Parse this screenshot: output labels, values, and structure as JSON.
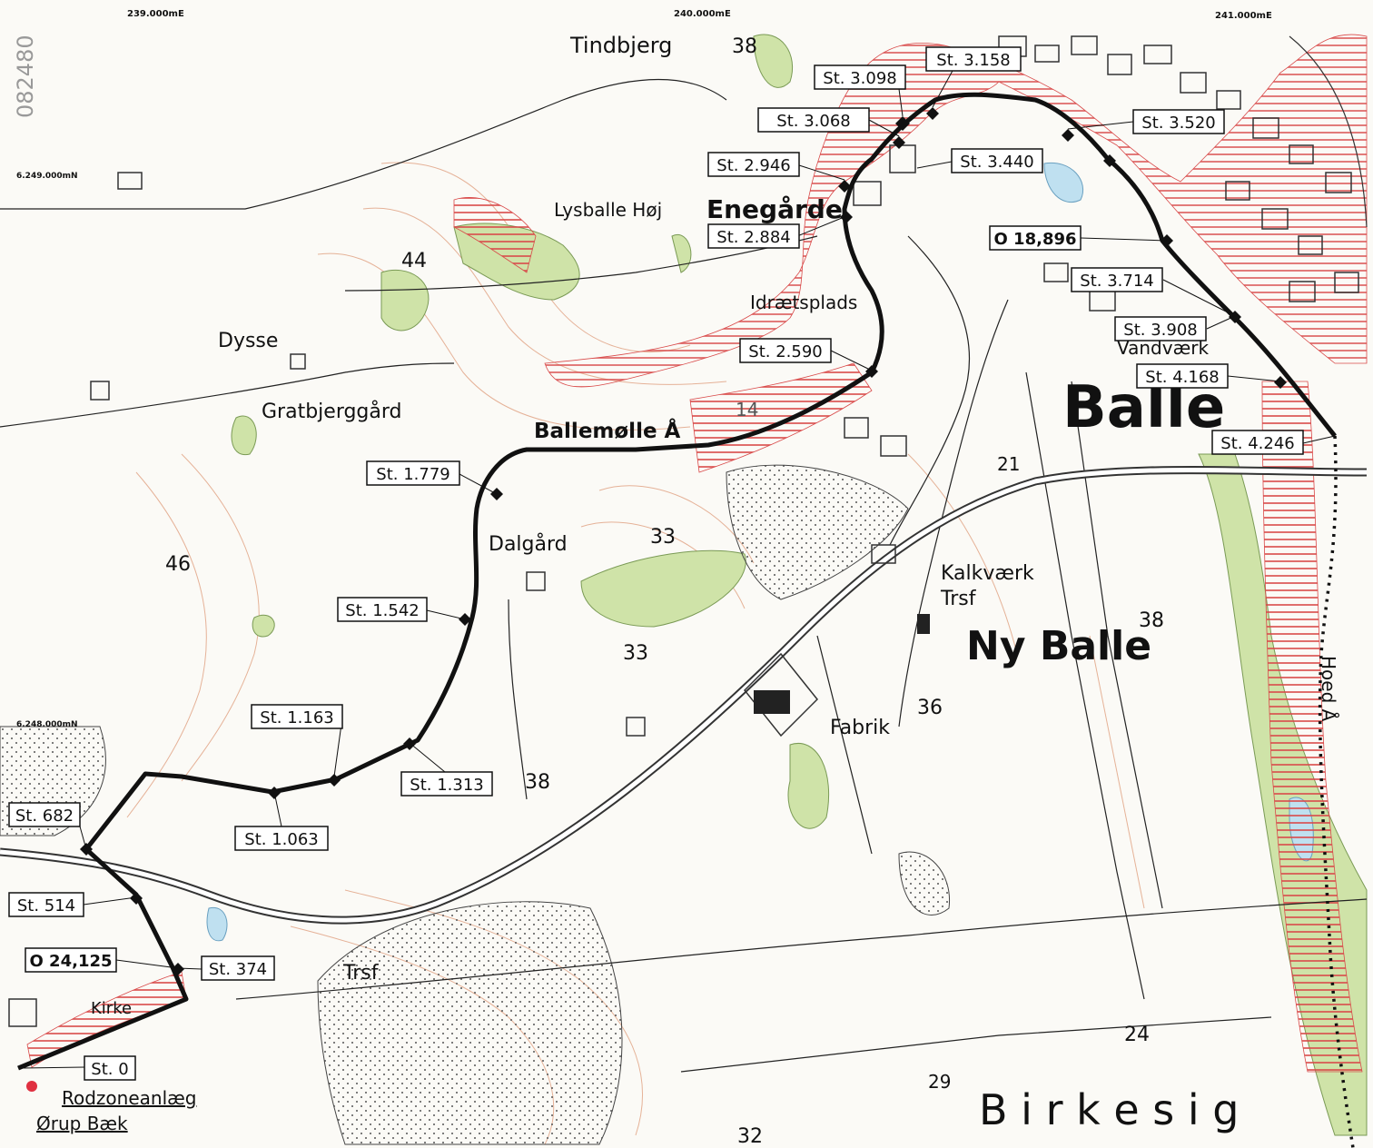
{
  "grid_labels": {
    "e239": "239.000mE",
    "e240": "240.000mE",
    "e241": "241.000mE",
    "n6249": "6.249.000mN",
    "n6248": "6.248.000mN",
    "side_ref": "082480"
  },
  "place_names": {
    "tindbjerg": "Tindbjerg",
    "lysballe_hoj": "Lysballe Høj",
    "enegaarde": "Enegårde",
    "dysse": "Dysse",
    "gratbjerggaard": "Gratbjerggård",
    "idraetsplads": "Idrætsplads",
    "vandvaerk": "Vandværk",
    "balle": "Balle",
    "dalgaard": "Dalgård",
    "kalkvaerk": "Kalkværk",
    "trsf_1": "Trsf",
    "ny_balle": "Ny Balle",
    "fabrik": "Fabrik",
    "trsf_2": "Trsf",
    "kirke": "Kirke",
    "birkesig": "B i r k e s i g",
    "hoed_aa": "Hoed Å"
  },
  "river_name": "Ballemølle Å",
  "legend": {
    "line1": "Rodzoneanlæg",
    "line2": "Ørup Bæk"
  },
  "heights": {
    "h38a": "38",
    "h44": "44",
    "h14": "14",
    "h21": "21",
    "h46": "46",
    "h33a": "33",
    "h33b": "33",
    "h38b": "38",
    "h36": "36",
    "h38c": "38",
    "h24": "24",
    "h29": "29",
    "h32": "32"
  },
  "stations": [
    "St. 3.098",
    "St. 3.158",
    "St. 3.068",
    "St. 3.520",
    "St. 2.946",
    "St. 3.440",
    "St. 2.884",
    "O 18,896",
    "St. 3.714",
    "St. 3.908",
    "St. 2.590",
    "St. 4.168",
    "St. 4.246",
    "St. 1.779",
    "St. 1.542",
    "St. 1.163",
    "St. 1.313",
    "St. 1.063",
    "St. 682",
    "St. 514",
    "O 24,125",
    "St. 374",
    "St. 0"
  ],
  "colors": {
    "river": "#111111",
    "hatch": "#d94a4a",
    "forest": "#cfe3a8",
    "water": "#bfe0f0",
    "contour": "#e0a080"
  }
}
